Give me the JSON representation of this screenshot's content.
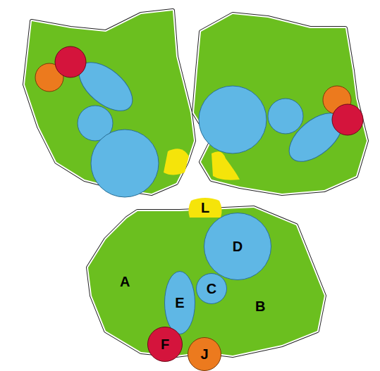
{
  "diagram": {
    "nodes": [
      {
        "text": [
          "L"
        ]
      },
      {
        "text": [
          "A",
          "B"
        ]
      },
      {
        "text": [
          "D"
        ],
        "in": 1
      },
      {
        "text": [
          "E"
        ],
        "in": 1
      },
      {
        "text": [
          "C"
        ],
        "in": 1
      },
      {
        "text": [
          "F"
        ]
      },
      {
        "text": [
          "J"
        ]
      }
    ]
  }
}
